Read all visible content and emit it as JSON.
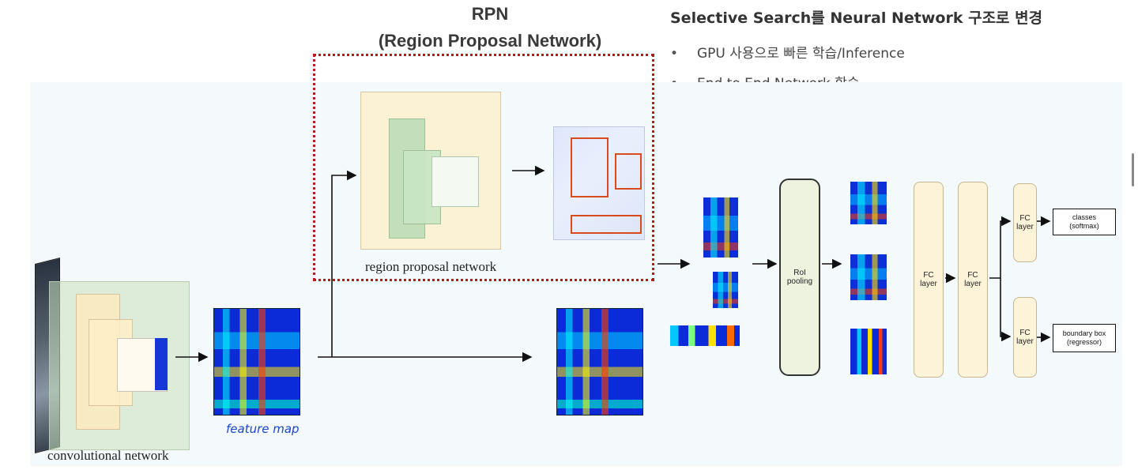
{
  "rpn": {
    "title_line1": "RPN",
    "title_line2": "(Region Proposal Network)"
  },
  "notes": {
    "heading": "Selective Search를 Neural Network 구조로 변경",
    "bullets": [
      "GPU 사용으로 빠른 학습/Inference",
      "End to End Network 학습"
    ]
  },
  "diagram": {
    "conv_label": "convolutional network",
    "feature_map_label": "feature map",
    "rpn_label": "region proposal network",
    "roi_label_1": "RoI",
    "roi_label_2": "pooling",
    "fc1_label_1": "FC",
    "fc1_label_2": "layer",
    "fc2_label_1": "FC",
    "fc2_label_2": "layer",
    "fc3_label_1": "FC",
    "fc3_label_2": "layer",
    "fc4_label_1": "FC",
    "fc4_label_2": "layer",
    "out1_label_1": "classes",
    "out1_label_2": "(softmax)",
    "out2_label_1": "boundary box",
    "out2_label_2": "(regressor)"
  },
  "colors": {
    "rpn_border": "#b11d1d",
    "panel_bg": "#f4f9fb",
    "feature_blue": "#0b2bd8",
    "fc_fill": "#fdf3d9",
    "annotation_blue": "#1a45c8"
  }
}
